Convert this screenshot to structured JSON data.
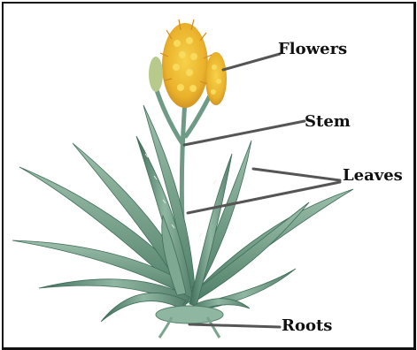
{
  "labels": {
    "flowers": "Flowers",
    "stem": "Stem",
    "leaves": "Leaves",
    "roots": "Roots"
  },
  "colors": {
    "border": "#111111",
    "leaf": "#6f9a86",
    "leaf_dark": "#3f6e5a",
    "leaf_light": "#a9c8b7",
    "flower": "#f2c230",
    "flower_tip": "#d9962a",
    "root": "#7aa38f",
    "pointer": "#555555"
  }
}
